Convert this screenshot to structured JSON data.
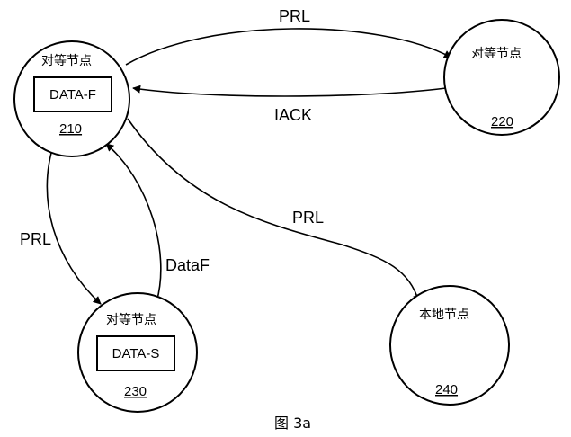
{
  "nodes": {
    "n210": {
      "title": "对等节点",
      "box": "DATA-F",
      "id": "210"
    },
    "n220": {
      "title": "对等节点",
      "id": "220"
    },
    "n230": {
      "title": "对等节点",
      "box": "DATA-S",
      "id": "230"
    },
    "n240": {
      "title": "本地节点",
      "id": "240"
    }
  },
  "edges": {
    "prl_210_220": "PRL",
    "iack_220_210": "IACK",
    "prl_210_230": "PRL",
    "dataf_230_210": "DataF",
    "prl_210_240": "PRL"
  },
  "caption": "图 3a"
}
